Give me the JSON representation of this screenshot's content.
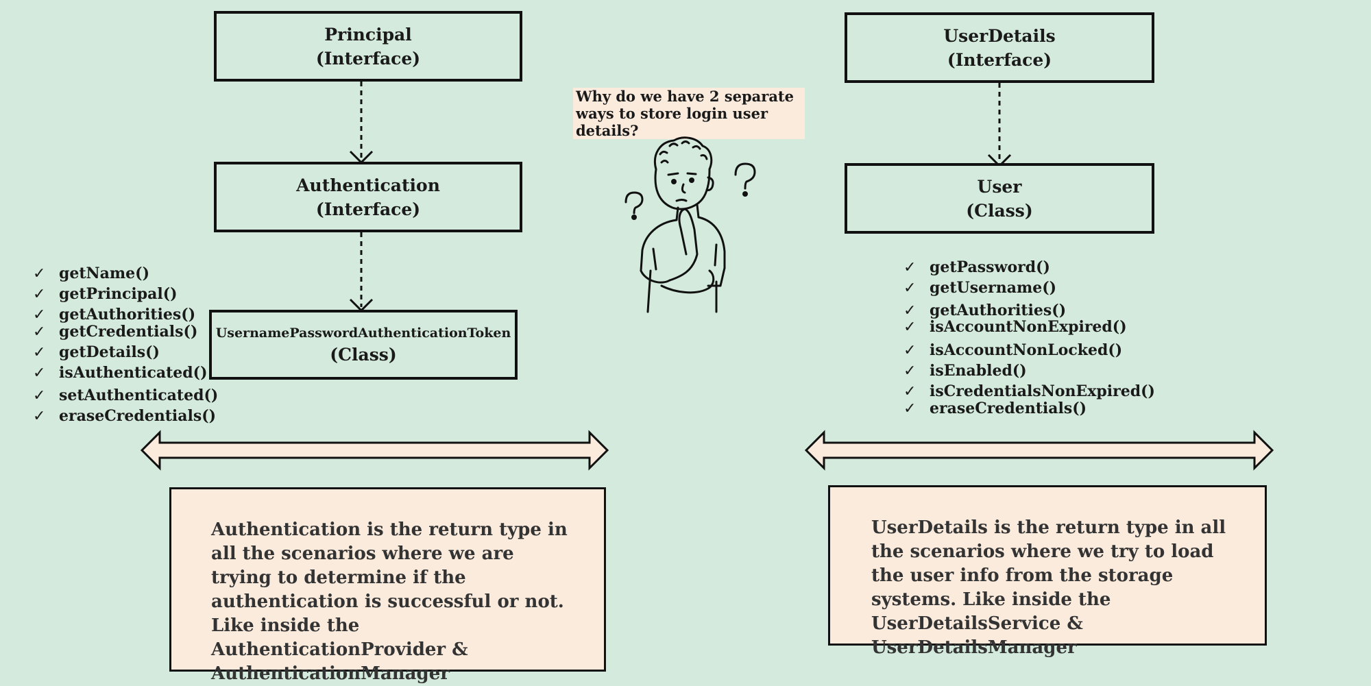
{
  "left": {
    "principal": {
      "name": "Principal",
      "kind": "(Interface)"
    },
    "authentication": {
      "name": "Authentication",
      "kind": "(Interface)"
    },
    "token": {
      "name": "UsernamePasswordAuthenticationToken",
      "kind": "(Class)"
    },
    "methods": [
      "getName()",
      "getPrincipal()",
      "getAuthorities()",
      "getCredentials()",
      "getDetails()",
      "isAuthenticated()",
      "setAuthenticated()",
      "eraseCredentials()"
    ],
    "note": "Authentication is the return type in all the scenarios where we are trying to determine if  the authentication is successful or not. Like inside the AuthenticationProvider & AuthenticationManager"
  },
  "right": {
    "userdetails": {
      "name": "UserDetails",
      "kind": "(Interface)"
    },
    "user": {
      "name": "User",
      "kind": "(Class)"
    },
    "methods": [
      "getPassword()",
      "getUsername()",
      "getAuthorities()",
      "isAccountNonExpired()",
      "isAccountNonLocked()",
      "isEnabled()",
      "isCredentialsNonExpired()",
      "eraseCredentials()"
    ],
    "note": "UserDetails is the return type in all the scenarios where we try to load the user info from the storage systems. Like inside the UserDetailsService & UserDetailsManager"
  },
  "question": "Why do we have 2 separate ways to store login user details?",
  "check_symbol": "✓",
  "colors": {
    "background": "#d3eadc",
    "note_fill": "#faebdd",
    "stroke": "#111111"
  }
}
